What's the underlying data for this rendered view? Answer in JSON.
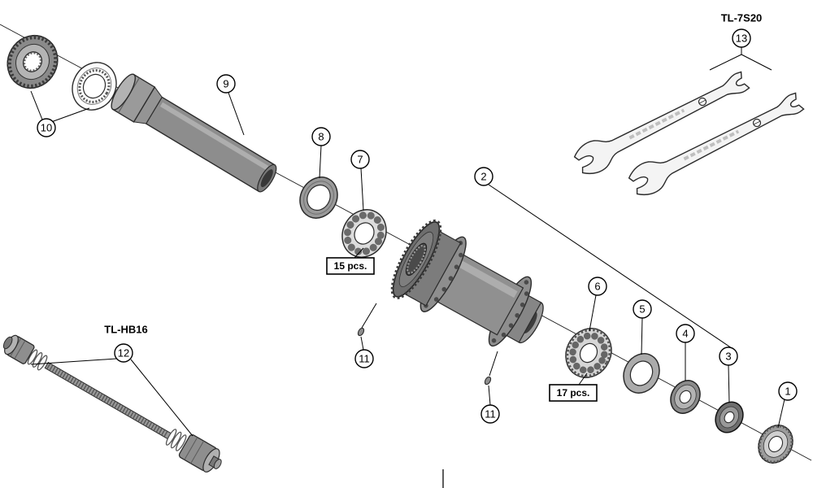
{
  "labels": {
    "tl7s20": "TL-7S20",
    "tlhb16": "TL-HB16",
    "pcs15": "15 pcs.",
    "pcs17": "17 pcs."
  },
  "callouts": {
    "c1": "1",
    "c2": "2",
    "c3": "3",
    "c4": "4",
    "c5": "5",
    "c6": "6",
    "c7": "7",
    "c8": "8",
    "c9": "9",
    "c10": "10",
    "c11a": "11",
    "c11b": "11",
    "c12": "12",
    "c13": "13"
  },
  "colors": {
    "line": "#000000",
    "part_gray": "#8e8e8e",
    "background": "#ffffff"
  }
}
